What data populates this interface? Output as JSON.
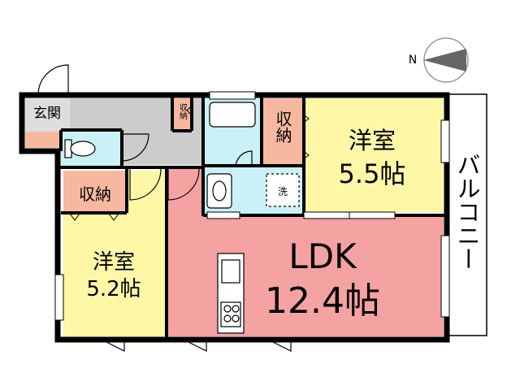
{
  "rooms": {
    "genkan": "玄関",
    "storage_hall": "収納",
    "storage_bath": "収納",
    "storage_west": "収納",
    "laundry": "洗",
    "west_room_name": "洋室",
    "west_room_size": "5.2帖",
    "north_room_name": "洋室",
    "north_room_size": "5.5帖",
    "ldk_name": "LDK",
    "ldk_size": "12.4帖",
    "balcony": "バルコニー"
  },
  "compass": {
    "north_label": "N"
  },
  "colors": {
    "hall": "#cccccc",
    "wet_area": "#c9f1f7",
    "room_yellow": "#fdf7a6",
    "ldk_pink": "#f4a2a2",
    "storage": "#f6b9a0",
    "wall": "#000000"
  }
}
